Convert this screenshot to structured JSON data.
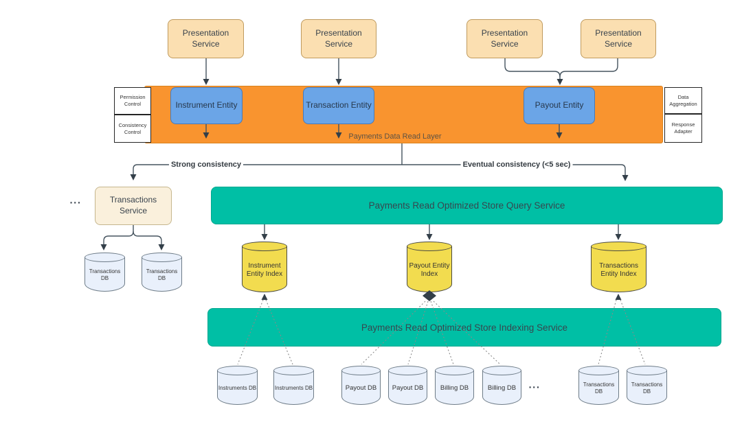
{
  "colors": {
    "orange": "#F9942F",
    "teal": "#00BFA5",
    "teal_text": "#37474F",
    "blue": "#6BA5E7",
    "tan": "#FBDFB1",
    "cream": "#FAF0DC",
    "yellow": "#F2DC4F",
    "lightblue": "#E9F0FB",
    "line": "#45535E"
  },
  "presentation_services": [
    "Presentation Service",
    "Presentation Service",
    "Presentation Service",
    "Presentation Service"
  ],
  "read_layer": {
    "label": "Payments Data Read Layer",
    "entities": [
      "Instrument Entity",
      "Transaction Entity",
      "Payout Entity"
    ],
    "left_controls": [
      "Permission Control",
      "Consistency Control"
    ],
    "right_controls": [
      "Data Aggregation",
      "Response Adapter"
    ]
  },
  "branches": {
    "strong": "Strong consistency",
    "eventual": "Eventual consistency (<5 sec)"
  },
  "transactions_service": {
    "label": "Transactions Service",
    "ellipsis": "...",
    "dbs": [
      "Transactions DB",
      "Transactions DB"
    ]
  },
  "query_service": {
    "label": "Payments Read Optimized Store Query Service"
  },
  "indexes": [
    "Instrument Entity Index",
    "Payout Entity Index",
    "Transactions Entity Index"
  ],
  "indexing_service": {
    "label": "Payments Read Optimized Store Indexing Service"
  },
  "source_dbs": [
    "Instruments DB",
    "Instruments DB",
    "Payout DB",
    "Payout DB",
    "Billing DB",
    "Billing DB",
    "Transactions DB",
    "Transactions DB"
  ],
  "bottom_ellipsis": "..."
}
